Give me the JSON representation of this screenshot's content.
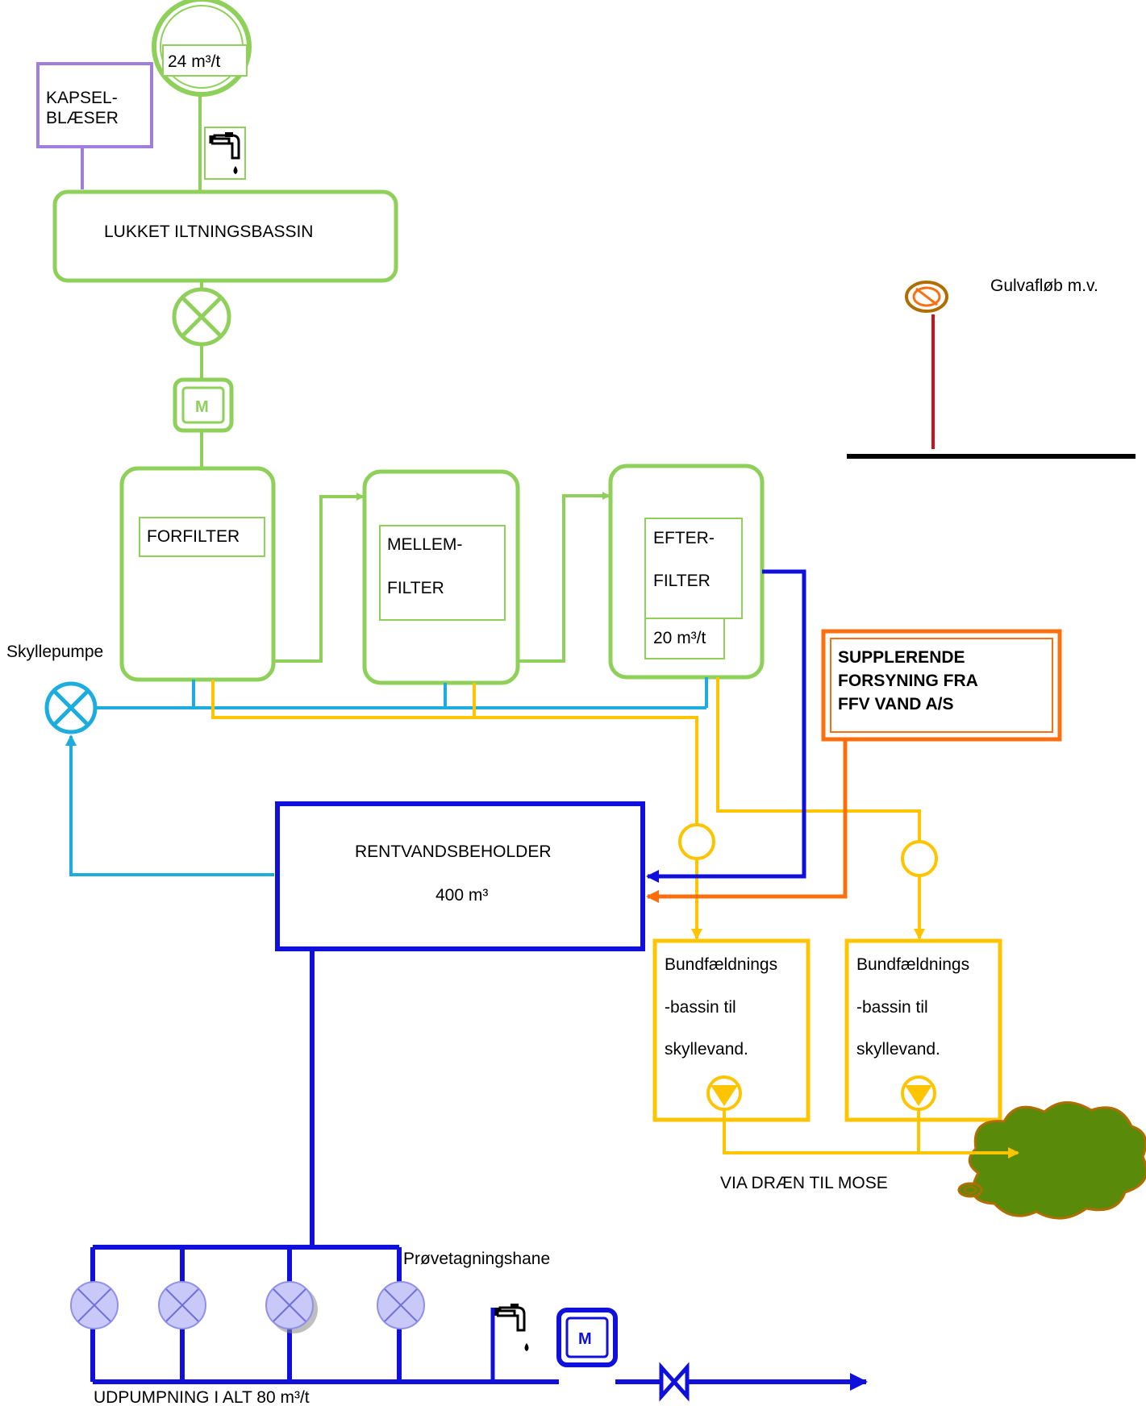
{
  "colors": {
    "green": "#8ed05a",
    "purple": "#a07ee0",
    "light_blue": "#1cacde",
    "yellow": "#ffc400",
    "dark_blue": "#1010dd",
    "orange": "#fd6f0e",
    "red": "#c8151c",
    "bush_fill": "#5a8a0a",
    "bush_edge": "#b06d00",
    "pump_fill": "#c9c9f9"
  },
  "flow_meter_top": {
    "label": "24 m³/t"
  },
  "blower": {
    "line1": "KAPSEL-",
    "line2": "BLÆSER"
  },
  "oxidation_basin": {
    "label": "LUKKET ILTNINGSBASSIN"
  },
  "meter_label": "M",
  "filters": {
    "pre": {
      "label": "FORFILTER"
    },
    "mid": {
      "line1": "MELLEM-",
      "line2": "FILTER"
    },
    "post": {
      "line1": "EFTER-",
      "line2": "FILTER",
      "flow": "20 m³/t"
    }
  },
  "rinse_pump": {
    "label": "Skyllepumpe"
  },
  "floor_drain": {
    "label": "Gulvafløb  m.v."
  },
  "supplementary": {
    "line1": "SUPPLERENDE",
    "line2": "FORSYNING FRA",
    "line3": "FFV VAND A/S"
  },
  "clean_water_tank": {
    "line1": "RENTVANDSBEHOLDER",
    "line2": "400 m³"
  },
  "settling_basins": [
    {
      "line1": "Bundfældnings",
      "line2": "-bassin til",
      "line3": "skyllevand."
    },
    {
      "line1": "Bundfældnings",
      "line2": "-bassin til",
      "line3": "skyllevand."
    }
  ],
  "drain_label": "VIA DRÆN TIL MOSE",
  "sample_tap": {
    "label": "Prøvetagningshane"
  },
  "outlet": {
    "label": "UDPUMPNING I ALT 80 m³/t"
  }
}
